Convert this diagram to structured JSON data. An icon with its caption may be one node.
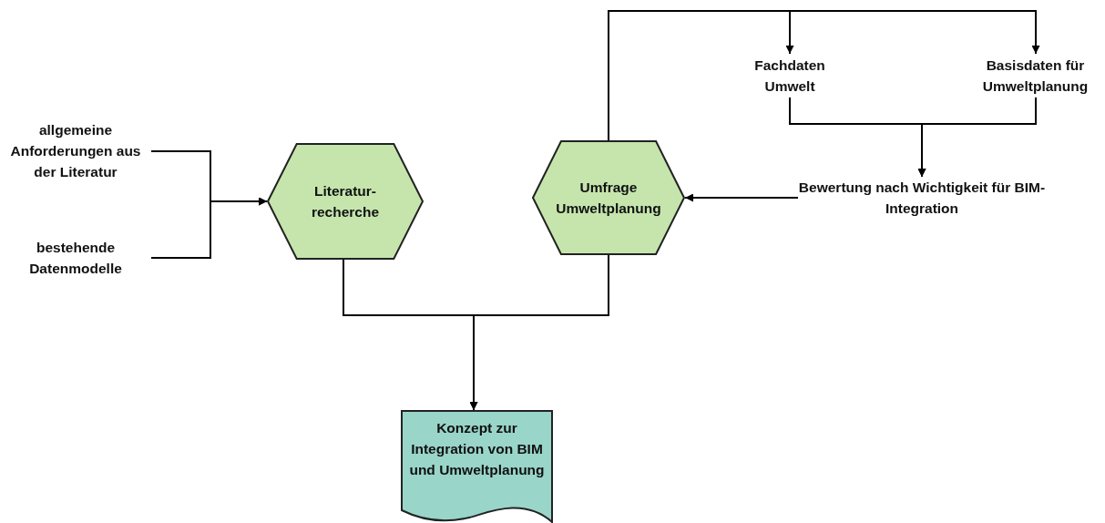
{
  "diagram": {
    "nodes": [
      {
        "text": [
          "allgemeine Anforderungen aus der Literatur"
        ]
      },
      {
        "text": [
          "bestehende Datenmodelle"
        ]
      },
      {
        "text": [
          "Literatur- recherche"
        ]
      },
      {
        "text": [
          "Umfrage Umweltplanung"
        ]
      },
      {
        "text": [
          "Fachdaten Umwelt"
        ]
      },
      {
        "text": [
          "Basisdaten für Umweltplanung"
        ]
      },
      {
        "text": [
          "Bewertung nach Wichtigkeit für BIM-Integration"
        ]
      },
      {
        "text": [
          "Konzept zur Integration von BIM und Umweltplanung"
        ]
      }
    ],
    "edges": [
      {
        "from": 0,
        "to": 2,
        "arrow": "to"
      },
      {
        "from": 1,
        "to": 2,
        "arrow": "to"
      },
      {
        "from": 3,
        "to": 4,
        "arrow": "to"
      },
      {
        "from": 3,
        "to": 5,
        "arrow": "to"
      },
      {
        "from": 4,
        "to": 6,
        "arrow": "to"
      },
      {
        "from": 5,
        "to": 6,
        "arrow": "to"
      },
      {
        "from": 6,
        "to": 3,
        "arrow": "to"
      },
      {
        "from": 2,
        "to": 7,
        "arrow": "to"
      },
      {
        "from": 3,
        "to": 7,
        "arrow": "to"
      }
    ]
  }
}
